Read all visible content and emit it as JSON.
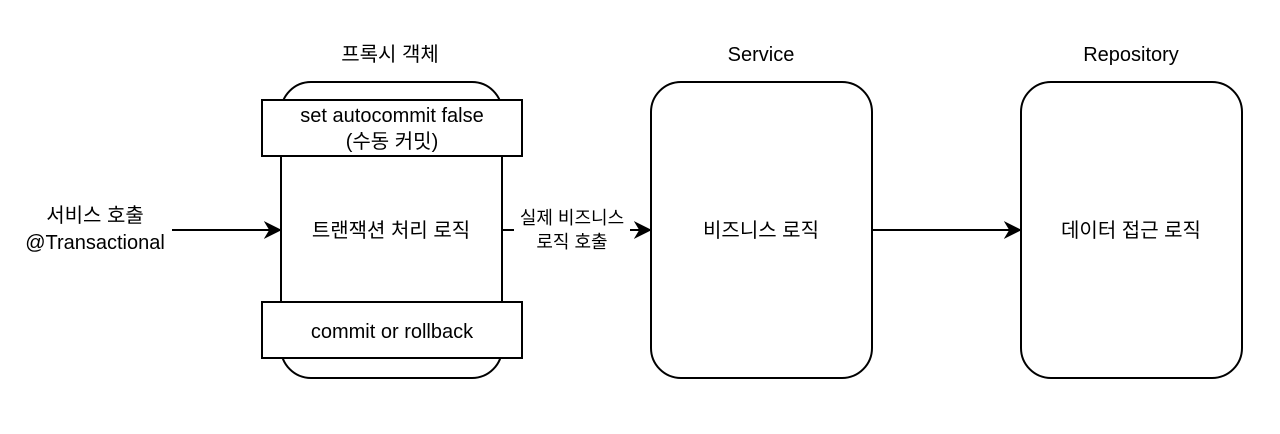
{
  "diagram": {
    "proxy": {
      "title": "프록시 객체",
      "top_box": {
        "line1": "set autocommit false",
        "line2": "(수동 커밋)"
      },
      "center_label": "트랜잭션 처리 로직",
      "bottom_box": "commit or rollback"
    },
    "service": {
      "title": "Service",
      "label": "비즈니스 로직"
    },
    "repository": {
      "title": "Repository",
      "label": "데이터 접근 로직"
    },
    "caller": {
      "line1": "서비스 호출",
      "line2": "@Transactional"
    },
    "edges": {
      "proxy_to_service": {
        "line1": "실제 비즈니스",
        "line2": "로직 호출"
      }
    }
  }
}
